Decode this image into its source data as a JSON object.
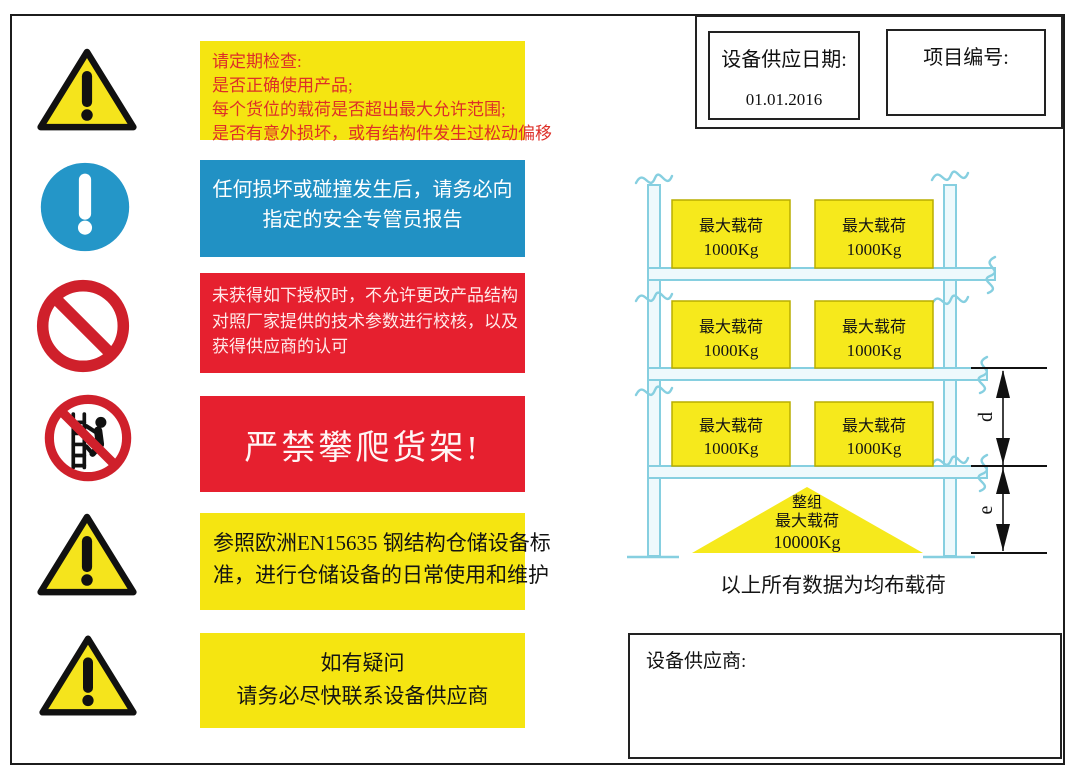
{
  "header": {
    "supply_date_label": "设备供应日期:",
    "supply_date_value": "01.01.2016",
    "project_no_label": "项目编号:"
  },
  "icons": {
    "left_column": [
      "warning-triangle",
      "mandatory-report",
      "prohibition",
      "no-climbing",
      "warning-triangle",
      "warning-triangle"
    ]
  },
  "notices": {
    "inspect": {
      "lines": [
        "请定期检查:",
        "是否正确使用产品;",
        "每个货位的载荷是否超出最大允许范围;",
        "是否有意外损坏，或有结构件发生过松动偏移"
      ]
    },
    "report": {
      "lines": [
        "任何损坏或碰撞发生后，请务必向",
        "指定的安全专管员报告"
      ]
    },
    "no_modify": {
      "lines": [
        "未获得如下授权时，不允许更改产品结构",
        "对照厂家提供的技术参数进行校核，以及",
        "获得供应商的认可"
      ]
    },
    "no_climb": {
      "text": "严禁攀爬货架!"
    },
    "standard": {
      "lines": [
        "参照欧洲EN15635 钢结构仓储设备标",
        "准，进行仓储设备的日常使用和维护"
      ]
    },
    "contact": {
      "lines": [
        "如有疑问",
        "请务必尽快联系设备供应商"
      ]
    }
  },
  "rack": {
    "bay_load_line1": "最大载荷",
    "bay_load_line2": "1000Kg",
    "total_line1": "整组",
    "total_line2": "最大载荷",
    "total_line3": "10000Kg",
    "dim_d": "d",
    "dim_e": "e",
    "caption": "以上所有数据为均布载荷"
  },
  "supplier": {
    "label": "设备供应商:"
  },
  "colors": {
    "notice_yellow": "#f5e511",
    "notice_blue": "#2191c4",
    "notice_red": "#e6202f",
    "prohibition_red": "#cf202b",
    "rack_stroke": "#86cfe0",
    "rack_fill": "#eef9fc",
    "inspect_text_red": "#dd2f28"
  }
}
